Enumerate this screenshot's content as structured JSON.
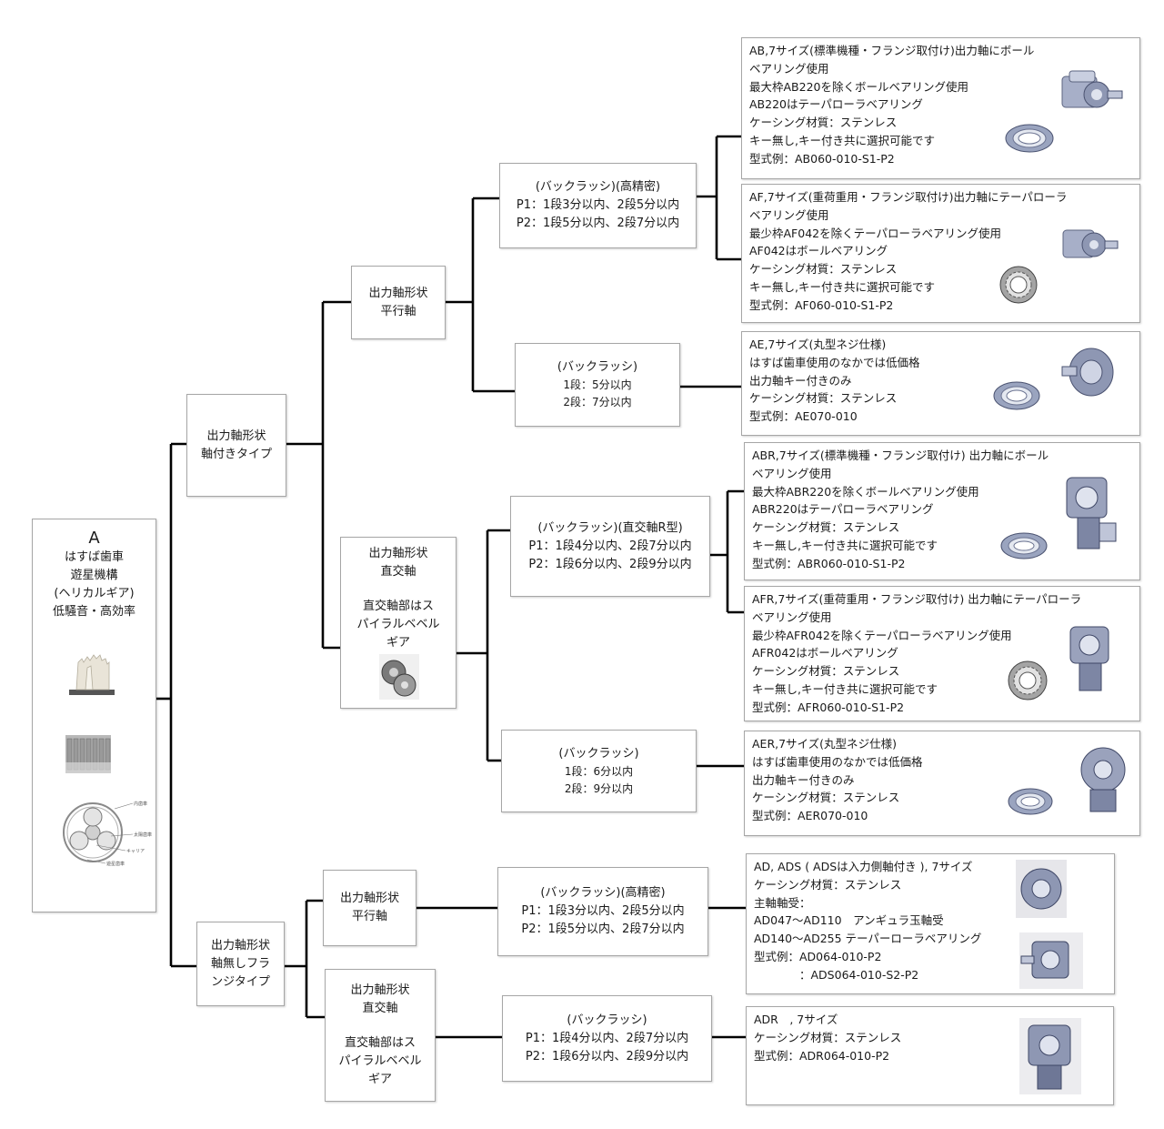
{
  "root": {
    "letter": "A",
    "lines": [
      "はすば歯車",
      "遊星機構",
      "(ヘリカルギア)",
      "低騒音・高効率"
    ],
    "image_icons": [
      "helical-gear-icon",
      "ring-gear-icon",
      "planetary-gear-icon"
    ]
  },
  "level1": {
    "shaft": [
      "出力軸形状",
      "軸付きタイプ"
    ],
    "flange": [
      "出力軸形状",
      "軸無しフラ",
      "ンジタイプ"
    ]
  },
  "level2": {
    "shaft_parallel": [
      "出力軸形状",
      "平行軸"
    ],
    "shaft_right": [
      "出力軸形状",
      "直交軸",
      "",
      "直交軸部はス",
      "パイラルベベル",
      "ギア"
    ],
    "flange_parallel": [
      "出力軸形状",
      "平行軸"
    ],
    "flange_right": [
      "出力軸形状",
      "直交軸",
      "",
      "直交軸部はス",
      "パイラルベベル",
      "ギア"
    ]
  },
  "backlash": {
    "b1": [
      "(バックラッシ)(高精密)",
      "P1：1段3分以内、2段5分以内",
      "P2：1段5分以内、2段7分以内"
    ],
    "b2": [
      "(バックラッシ)",
      "1段：5分以内",
      "2段：7分以内"
    ],
    "b3": [
      "(バックラッシ)(直交軸R型)",
      "P1：1段4分以内、2段7分以内",
      "P2：1段6分以内、2段9分以内"
    ],
    "b4": [
      "(バックラッシ)",
      "1段：6分以内",
      "2段：9分以内"
    ],
    "b5": [
      "(バックラッシ)(高精密)",
      "P1：1段3分以内、2段5分以内",
      "P2：1段5分以内、2段7分以内"
    ],
    "b6": [
      "(バックラッシ)",
      "P1：1段4分以内、2段7分以内",
      "P2：1段6分以内、2段9分以内"
    ]
  },
  "products": {
    "AB": [
      "AB,7サイズ(標準機種・フランジ取付け)出力軸にボール",
      "ベアリング使用",
      "最大枠AB220を除くボールベアリング使用",
      "AB220はテーパローラベアリング",
      "ケーシング材質：ステンレス",
      "キー無し,キー付き共に選択可能です",
      "型式例：AB060-010-S1-P2"
    ],
    "AF": [
      "AF,7サイズ(重荷重用・フランジ取付け)出力軸にテーパローラ",
      "ベアリング使用",
      "最少枠AF042を除くテーパローラベアリング使用",
      "AF042はボールベアリング",
      "ケーシング材質：ステンレス",
      "キー無し,キー付き共に選択可能です",
      "型式例：AF060-010-S1-P2"
    ],
    "AE": [
      "AE,7サイズ(丸型ネジ仕様)",
      "はすば歯車使用のなかでは低価格",
      "出力軸キー付きのみ",
      "ケーシング材質：ステンレス",
      "型式例：AE070-010"
    ],
    "ABR": [
      "ABR,7サイズ(標準機種・フランジ取付け) 出力軸にボール",
      "ベアリング使用",
      "最大枠ABR220を除くボールベアリング使用",
      "ABR220はテーパローラベアリング",
      "ケーシング材質：ステンレス",
      "キー無し,キー付き共に選択可能です",
      "型式例：ABR060-010-S1-P2"
    ],
    "AFR": [
      "AFR,7サイズ(重荷重用・フランジ取付け) 出力軸にテーパローラ",
      "ベアリング使用",
      "最少枠AFR042を除くテーパローラベアリング使用",
      "AFR042はボールベアリング",
      "ケーシング材質：ステンレス",
      "キー無し,キー付き共に選択可能です",
      "型式例：AFR060-010-S1-P2"
    ],
    "AER": [
      "AER,7サイズ(丸型ネジ仕様)",
      "はすば歯車使用のなかでは低価格",
      "出力軸キー付きのみ",
      "ケーシング材質：ステンレス",
      "型式例：AER070-010"
    ],
    "AD": [
      "AD, ADS ( ADSは入力側軸付き ), 7サイズ",
      "ケーシング材質：ステンレス",
      "主軸軸受：",
      "AD047～AD110　アンギュラ玉軸受",
      "AD140～AD255 テーパーローラベアリング",
      "型式例：AD064-010-P2",
      "　　　　：ADS064-010-S2-P2"
    ],
    "ADR": [
      "ADR　, 7サイズ",
      "ケーシング材質：ステンレス",
      "型式例：ADR064-010-P2"
    ]
  },
  "planetary_labels": [
    "内歯車",
    "太陽歯車",
    "キャリア",
    "遊星歯車"
  ],
  "colors": {
    "line": "#000000",
    "border": "#a6a6a6",
    "metal": "#8e97b3"
  }
}
